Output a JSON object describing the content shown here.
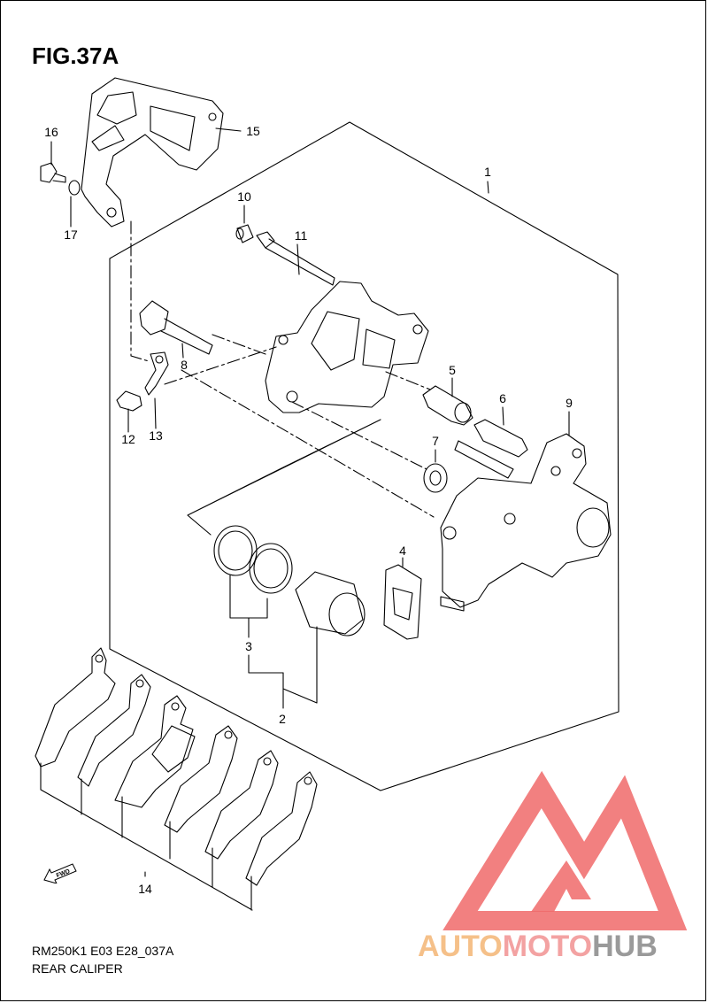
{
  "figure": {
    "title": "FIG.37A"
  },
  "callouts": [
    {
      "id": "1",
      "label": "1"
    },
    {
      "id": "2",
      "label": "2"
    },
    {
      "id": "3",
      "label": "3"
    },
    {
      "id": "4",
      "label": "4"
    },
    {
      "id": "5",
      "label": "5"
    },
    {
      "id": "6",
      "label": "6"
    },
    {
      "id": "7",
      "label": "7"
    },
    {
      "id": "8",
      "label": "8"
    },
    {
      "id": "9",
      "label": "9"
    },
    {
      "id": "10",
      "label": "10"
    },
    {
      "id": "11",
      "label": "11"
    },
    {
      "id": "12",
      "label": "12"
    },
    {
      "id": "13",
      "label": "13"
    },
    {
      "id": "14",
      "label": "14"
    },
    {
      "id": "15",
      "label": "15"
    },
    {
      "id": "16",
      "label": "16"
    },
    {
      "id": "17",
      "label": "17"
    }
  ],
  "footer": {
    "code": "RM250K1 E03 E28_037A",
    "caption": "REAR CALIPER"
  },
  "fwd_label": "FWD",
  "watermark": {
    "part1": "AUTO",
    "part2": "MOTO",
    "part3": "HUB"
  },
  "colors": {
    "line": "#000000",
    "logo_red": "#f06a6a",
    "logo_orange": "#f5c089",
    "logo_gray": "#9a9a9a"
  }
}
